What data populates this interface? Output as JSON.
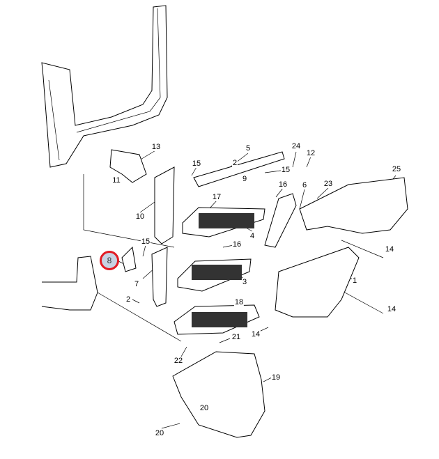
{
  "diagram": {
    "callouts": [
      "13",
      "15",
      "5",
      "24",
      "12",
      "11",
      "2",
      "15",
      "9",
      "25",
      "16",
      "6",
      "23",
      "17",
      "10",
      "4",
      "15",
      "16",
      "14",
      "8",
      "7",
      "3",
      "1",
      "2",
      "18",
      "14",
      "14",
      "21",
      "22",
      "19",
      "20",
      "20"
    ],
    "highlighted_callout": "8",
    "highlight_color": "#e21b23",
    "highlight_fill": "#c8d2e2"
  }
}
